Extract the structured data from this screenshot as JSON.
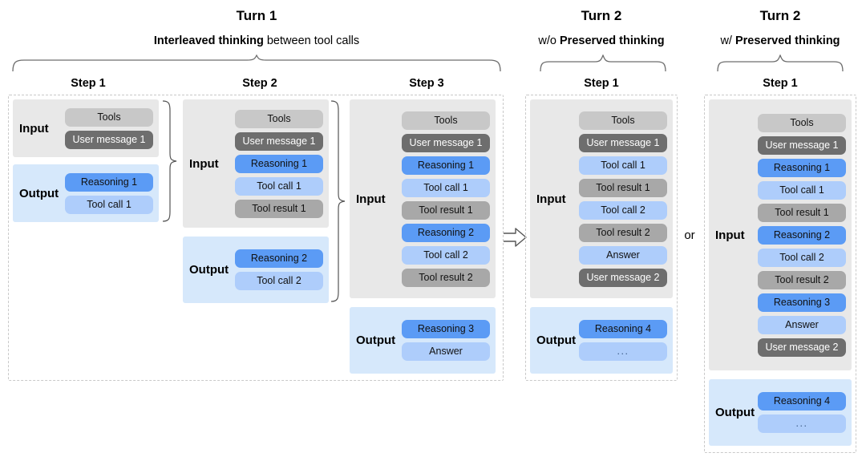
{
  "turns": [
    {
      "id": "turn-1",
      "title": "Turn 1",
      "subtitle_pre": "",
      "subtitle_bold": "Interleaved thinking",
      "subtitle_post": " between tool calls",
      "steps": [
        {
          "label": "Step 1",
          "input_label": "Input",
          "output_label": "Output",
          "input": [
            {
              "text": "Tools",
              "kind": "tools"
            },
            {
              "text": "User message 1",
              "kind": "user"
            }
          ],
          "output": [
            {
              "text": "Reasoning 1",
              "kind": "reasoning"
            },
            {
              "text": "Tool call 1",
              "kind": "toolcall"
            }
          ]
        },
        {
          "label": "Step 2",
          "input_label": "Input",
          "output_label": "Output",
          "input": [
            {
              "text": "Tools",
              "kind": "tools"
            },
            {
              "text": "User message 1",
              "kind": "user"
            },
            {
              "text": "Reasoning 1",
              "kind": "reasoning"
            },
            {
              "text": "Tool call 1",
              "kind": "toolcall"
            },
            {
              "text": "Tool result 1",
              "kind": "result"
            }
          ],
          "output": [
            {
              "text": "Reasoning 2",
              "kind": "reasoning"
            },
            {
              "text": "Tool call 2",
              "kind": "toolcall"
            }
          ]
        },
        {
          "label": "Step 3",
          "input_label": "Input",
          "output_label": "Output",
          "input": [
            {
              "text": "Tools",
              "kind": "tools"
            },
            {
              "text": "User message 1",
              "kind": "user"
            },
            {
              "text": "Reasoning 1",
              "kind": "reasoning"
            },
            {
              "text": "Tool call 1",
              "kind": "toolcall"
            },
            {
              "text": "Tool result 1",
              "kind": "result"
            },
            {
              "text": "Reasoning 2",
              "kind": "reasoning"
            },
            {
              "text": "Tool call 2",
              "kind": "toolcall"
            },
            {
              "text": "Tool result 2",
              "kind": "result"
            }
          ],
          "output": [
            {
              "text": "Reasoning 3",
              "kind": "reasoning"
            },
            {
              "text": "Answer",
              "kind": "answer"
            }
          ]
        }
      ]
    },
    {
      "id": "turn-2-without",
      "title": "Turn 2",
      "subtitle_pre": "w/o ",
      "subtitle_bold": "Preserved thinking",
      "subtitle_post": "",
      "steps": [
        {
          "label": "Step 1",
          "input_label": "Input",
          "output_label": "Output",
          "input": [
            {
              "text": "Tools",
              "kind": "tools"
            },
            {
              "text": "User message 1",
              "kind": "user"
            },
            {
              "text": "Tool call 1",
              "kind": "toolcall"
            },
            {
              "text": "Tool result 1",
              "kind": "result"
            },
            {
              "text": "Tool call 2",
              "kind": "toolcall"
            },
            {
              "text": "Tool result 2",
              "kind": "result"
            },
            {
              "text": "Answer",
              "kind": "answer"
            },
            {
              "text": "User message 2",
              "kind": "user"
            }
          ],
          "output": [
            {
              "text": "Reasoning 4",
              "kind": "reasoning"
            },
            {
              "text": "...",
              "kind": "ellipsis"
            }
          ]
        }
      ]
    },
    {
      "id": "turn-2-with",
      "title": "Turn 2",
      "subtitle_pre": "w/ ",
      "subtitle_bold": "Preserved thinking",
      "subtitle_post": "",
      "steps": [
        {
          "label": "Step 1",
          "input_label": "Input",
          "output_label": "Output",
          "input": [
            {
              "text": "Tools",
              "kind": "tools"
            },
            {
              "text": "User message 1",
              "kind": "user"
            },
            {
              "text": "Reasoning 1",
              "kind": "reasoning"
            },
            {
              "text": "Tool call 1",
              "kind": "toolcall"
            },
            {
              "text": "Tool result 1",
              "kind": "result"
            },
            {
              "text": "Reasoning 2",
              "kind": "reasoning"
            },
            {
              "text": "Tool call 2",
              "kind": "toolcall"
            },
            {
              "text": "Tool result 2",
              "kind": "result"
            },
            {
              "text": "Reasoning 3",
              "kind": "reasoning"
            },
            {
              "text": "Answer",
              "kind": "answer"
            },
            {
              "text": "User message 2",
              "kind": "user"
            }
          ],
          "output": [
            {
              "text": "Reasoning 4",
              "kind": "reasoning"
            },
            {
              "text": "...",
              "kind": "ellipsis"
            }
          ]
        }
      ]
    }
  ],
  "connectors": {
    "arrow_label": "right-double-arrow",
    "or_label": "or"
  },
  "colors": {
    "tools": "#c8c8c8",
    "user_message": "#6e6e6e",
    "tool_result": "#a8a8a8",
    "reasoning": "#5b9bf5",
    "tool_call": "#aecdfb",
    "answer": "#aecdfb",
    "input_panel": "#e8e8e8",
    "output_panel": "#d6e8fb",
    "dashed_border": "#c9c9c9"
  }
}
